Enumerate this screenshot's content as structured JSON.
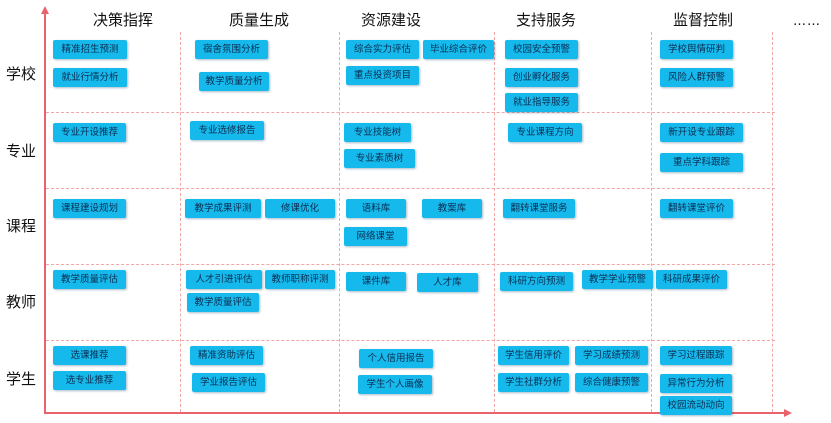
{
  "columns": [
    "决策指挥",
    "质量生成",
    "资源建设",
    "支持服务",
    "监督控制"
  ],
  "more_label": "……",
  "rows": [
    {
      "label": "学校",
      "cells": [
        [
          "精准招生预测",
          "就业行情分析"
        ],
        [
          "宿舍氛围分析",
          "教学质量分析"
        ],
        [
          "综合实力评估",
          "毕业综合评价",
          "重点投资项目"
        ],
        [
          "校园安全预警",
          "创业孵化服务",
          "就业指导服务"
        ],
        [
          "学校舆情研判",
          "风险人群预警"
        ]
      ]
    },
    {
      "label": "专业",
      "cells": [
        [
          "专业开设推荐"
        ],
        [
          "专业选修报告"
        ],
        [
          "专业技能树",
          "专业素质树"
        ],
        [
          "专业课程方向"
        ],
        [
          "新开设专业跟踪",
          "重点学科跟踪"
        ]
      ]
    },
    {
      "label": "课程",
      "cells": [
        [
          "课程建设规划"
        ],
        [
          "教学成果评测",
          "修课优化"
        ],
        [
          "语料库",
          "教案库",
          "网络课堂"
        ],
        [
          "翻转课堂服务"
        ],
        [
          "翻转课堂评价"
        ]
      ]
    },
    {
      "label": "教师",
      "cells": [
        [
          "教学质量评估"
        ],
        [
          "人才引进评估",
          "教师职称评测",
          "教学质量评估"
        ],
        [
          "课件库",
          "人才库"
        ],
        [
          "科研方向预测",
          "教学学业预警"
        ],
        [
          "科研成果评价"
        ]
      ]
    },
    {
      "label": "学生",
      "cells": [
        [
          "选课推荐",
          "选专业推荐"
        ],
        [
          "精准资助评估",
          "学业报告评估"
        ],
        [
          "个人信用报告",
          "学生个人画像"
        ],
        [
          "学生信用评价",
          "学习成绩预测",
          "学生社群分析",
          "综合健康预警"
        ],
        [
          "学习过程跟踪",
          "异常行为分析",
          "校园流动动向"
        ]
      ]
    }
  ]
}
